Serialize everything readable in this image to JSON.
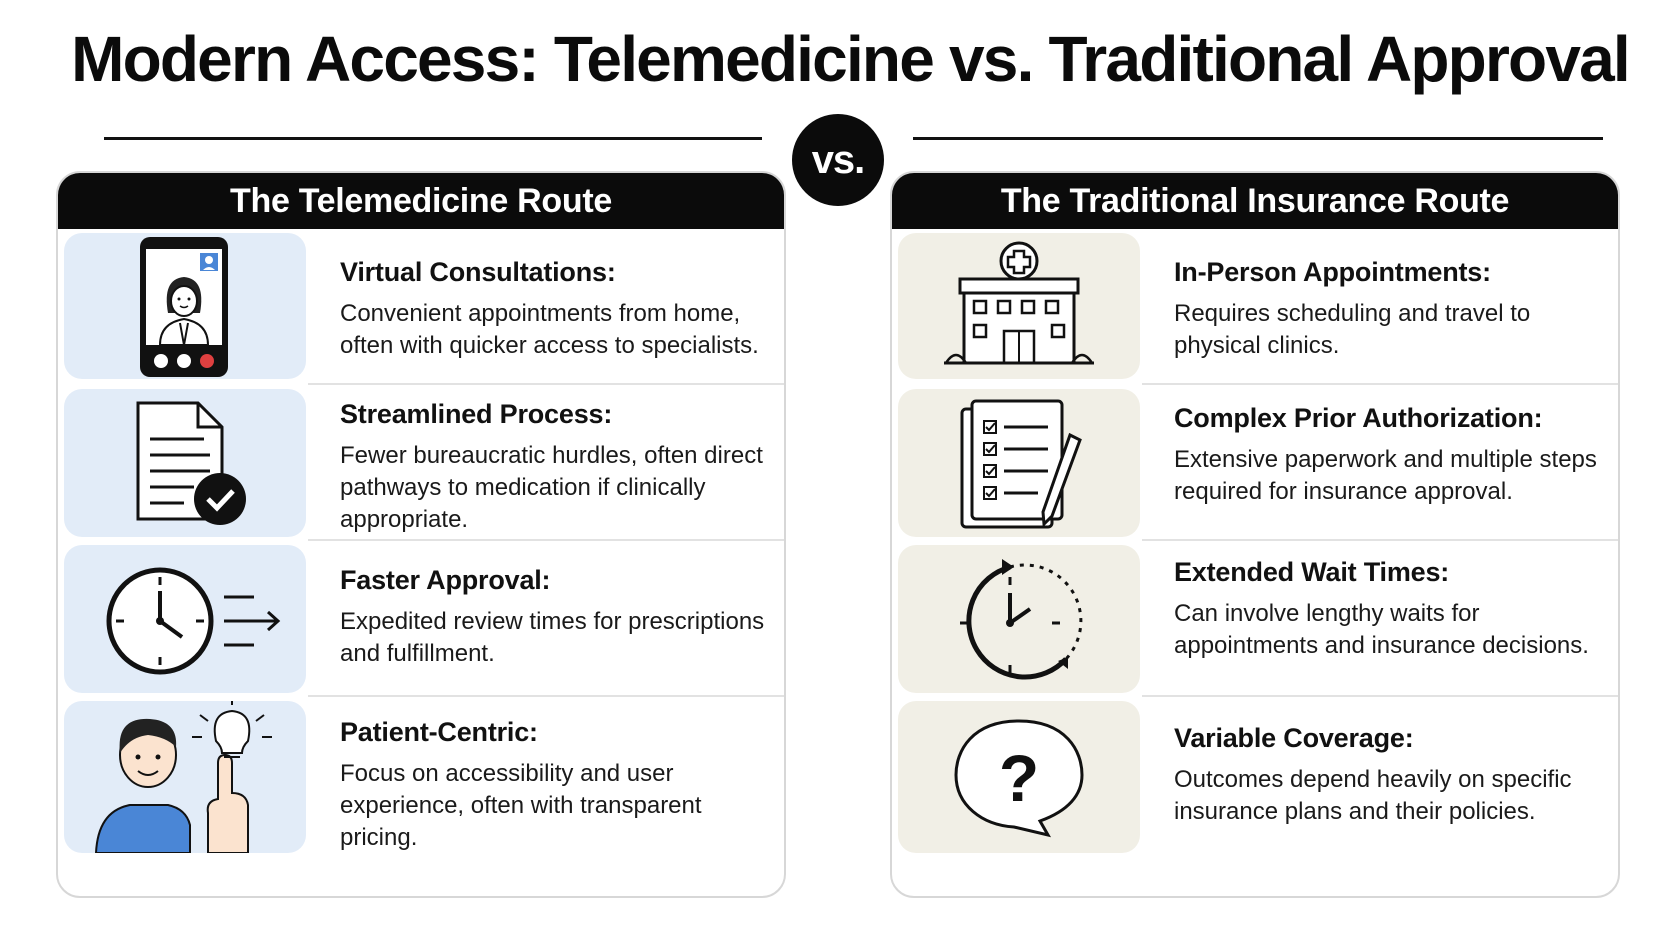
{
  "title": "Modern Access: Telemedicine vs. Traditional Approval",
  "vs_label": "vs.",
  "left": {
    "header": "The Telemedicine Route",
    "items": [
      {
        "title": "Virtual Consultations:",
        "description": "Convenient appointments from home, often with quicker access to specialists.",
        "icon": "video-call-phone-icon"
      },
      {
        "title": "Streamlined Process:",
        "description": "Fewer bureaucratic hurdles, often direct pathways to medication if clinically appropriate.",
        "icon": "document-check-icon"
      },
      {
        "title": "Faster Approval:",
        "description": "Expedited review times for prescriptions and fulfillment.",
        "icon": "fast-clock-icon"
      },
      {
        "title": "Patient-Centric:",
        "description": "Focus on accessibility and user experience, often with transparent pricing.",
        "icon": "person-idea-icon"
      }
    ]
  },
  "right": {
    "header": "The Traditional Insurance Route",
    "items": [
      {
        "title": "In-Person Appointments:",
        "description": "Requires scheduling and travel to physical clinics.",
        "icon": "hospital-icon"
      },
      {
        "title": "Complex Prior Authorization:",
        "description": "Extensive paperwork and multiple steps required for insurance approval.",
        "icon": "checklist-pencil-icon"
      },
      {
        "title": "Extended Wait Times:",
        "description": "Can involve lengthy waits for appointments and insurance decisions.",
        "icon": "waiting-clock-icon"
      },
      {
        "title": "Variable Coverage:",
        "description": "Outcomes depend heavily on specific insurance plans and their policies.",
        "icon": "question-bubble-icon"
      }
    ]
  },
  "colors": {
    "left_icon_bg": "#e2ecf8",
    "right_icon_bg": "#f1efe6",
    "header_bg": "#0b0b0b",
    "accent_blue": "#4a86d6"
  }
}
